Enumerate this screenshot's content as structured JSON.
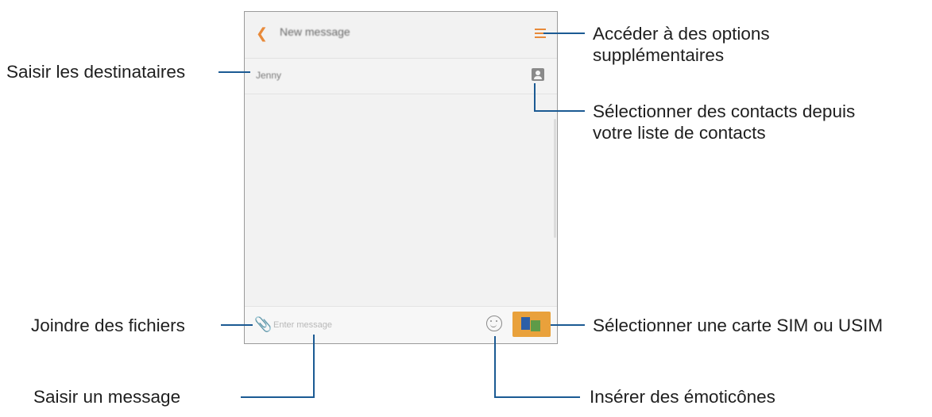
{
  "phone": {
    "header": {
      "title": "New message"
    },
    "recipient": {
      "name": "Jenny"
    },
    "composer": {
      "placeholder": "Enter message"
    }
  },
  "callouts": {
    "more_options_line1": "Accéder à des options",
    "more_options_line2": "supplémentaires",
    "recipients": "Saisir les destinataires",
    "select_contacts_line1": "Sélectionner des contacts depuis",
    "select_contacts_line2": "votre liste de contacts",
    "attach_files": "Joindre des fichiers",
    "select_sim": "Sélectionner une carte SIM ou USIM",
    "enter_message": "Saisir un message",
    "insert_emoticons": "Insérer des émoticônes"
  },
  "colors": {
    "accent": "#e88a3a",
    "sim_button": "#e9a13b",
    "callout_line": "#1b5a93"
  }
}
